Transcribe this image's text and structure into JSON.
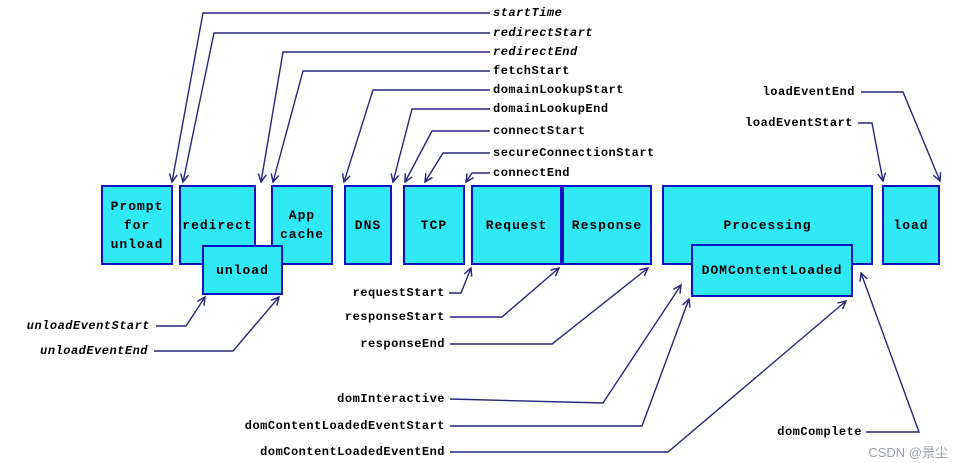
{
  "diagram": {
    "boxes": [
      {
        "id": "prompt-for-unload",
        "label": "Prompt\nfor\nunload"
      },
      {
        "id": "redirect",
        "label": "redirect"
      },
      {
        "id": "app-cache",
        "label": "App\ncache"
      },
      {
        "id": "dns",
        "label": "DNS"
      },
      {
        "id": "tcp",
        "label": "TCP"
      },
      {
        "id": "request",
        "label": "Request"
      },
      {
        "id": "response",
        "label": "Response"
      },
      {
        "id": "processing",
        "label": "Processing"
      },
      {
        "id": "load",
        "label": "load"
      },
      {
        "id": "unload",
        "label": "unload"
      },
      {
        "id": "dom-content-loaded",
        "label": "DOMContentLoaded"
      }
    ],
    "labels": [
      {
        "id": "startTime",
        "text": "startTime",
        "italic": true
      },
      {
        "id": "redirectStart",
        "text": "redirectStart",
        "italic": true
      },
      {
        "id": "redirectEnd",
        "text": "redirectEnd",
        "italic": true
      },
      {
        "id": "fetchStart",
        "text": "fetchStart",
        "italic": false
      },
      {
        "id": "domainLookupStart",
        "text": "domainLookupStart",
        "italic": false
      },
      {
        "id": "domainLookupEnd",
        "text": "domainLookupEnd",
        "italic": false
      },
      {
        "id": "connectStart",
        "text": "connectStart",
        "italic": false
      },
      {
        "id": "secureConnectionStart",
        "text": "secureConnectionStart",
        "italic": false
      },
      {
        "id": "connectEnd",
        "text": "connectEnd",
        "italic": false
      },
      {
        "id": "loadEventEnd",
        "text": "loadEventEnd",
        "italic": false
      },
      {
        "id": "loadEventStart",
        "text": "loadEventStart",
        "italic": false
      },
      {
        "id": "unloadEventStart",
        "text": "unloadEventStart",
        "italic": true
      },
      {
        "id": "unloadEventEnd",
        "text": "unloadEventEnd",
        "italic": true
      },
      {
        "id": "requestStart",
        "text": "requestStart",
        "italic": false
      },
      {
        "id": "responseStart",
        "text": "responseStart",
        "italic": false
      },
      {
        "id": "responseEnd",
        "text": "responseEnd",
        "italic": false
      },
      {
        "id": "domInteractive",
        "text": "domInteractive",
        "italic": false
      },
      {
        "id": "domContentLoadedEventStart",
        "text": "domContentLoadedEventStart",
        "italic": false
      },
      {
        "id": "domContentLoadedEventEnd",
        "text": "domContentLoadedEventEnd",
        "italic": false
      },
      {
        "id": "domComplete",
        "text": "domComplete",
        "italic": false
      }
    ],
    "colors": {
      "box_fill": "#31e9f6",
      "box_border": "#0d11c4",
      "line": "#26267d",
      "text": "#000000",
      "watermark": "#9aa0ab"
    }
  },
  "watermark": {
    "text": "CSDN @景尘"
  }
}
